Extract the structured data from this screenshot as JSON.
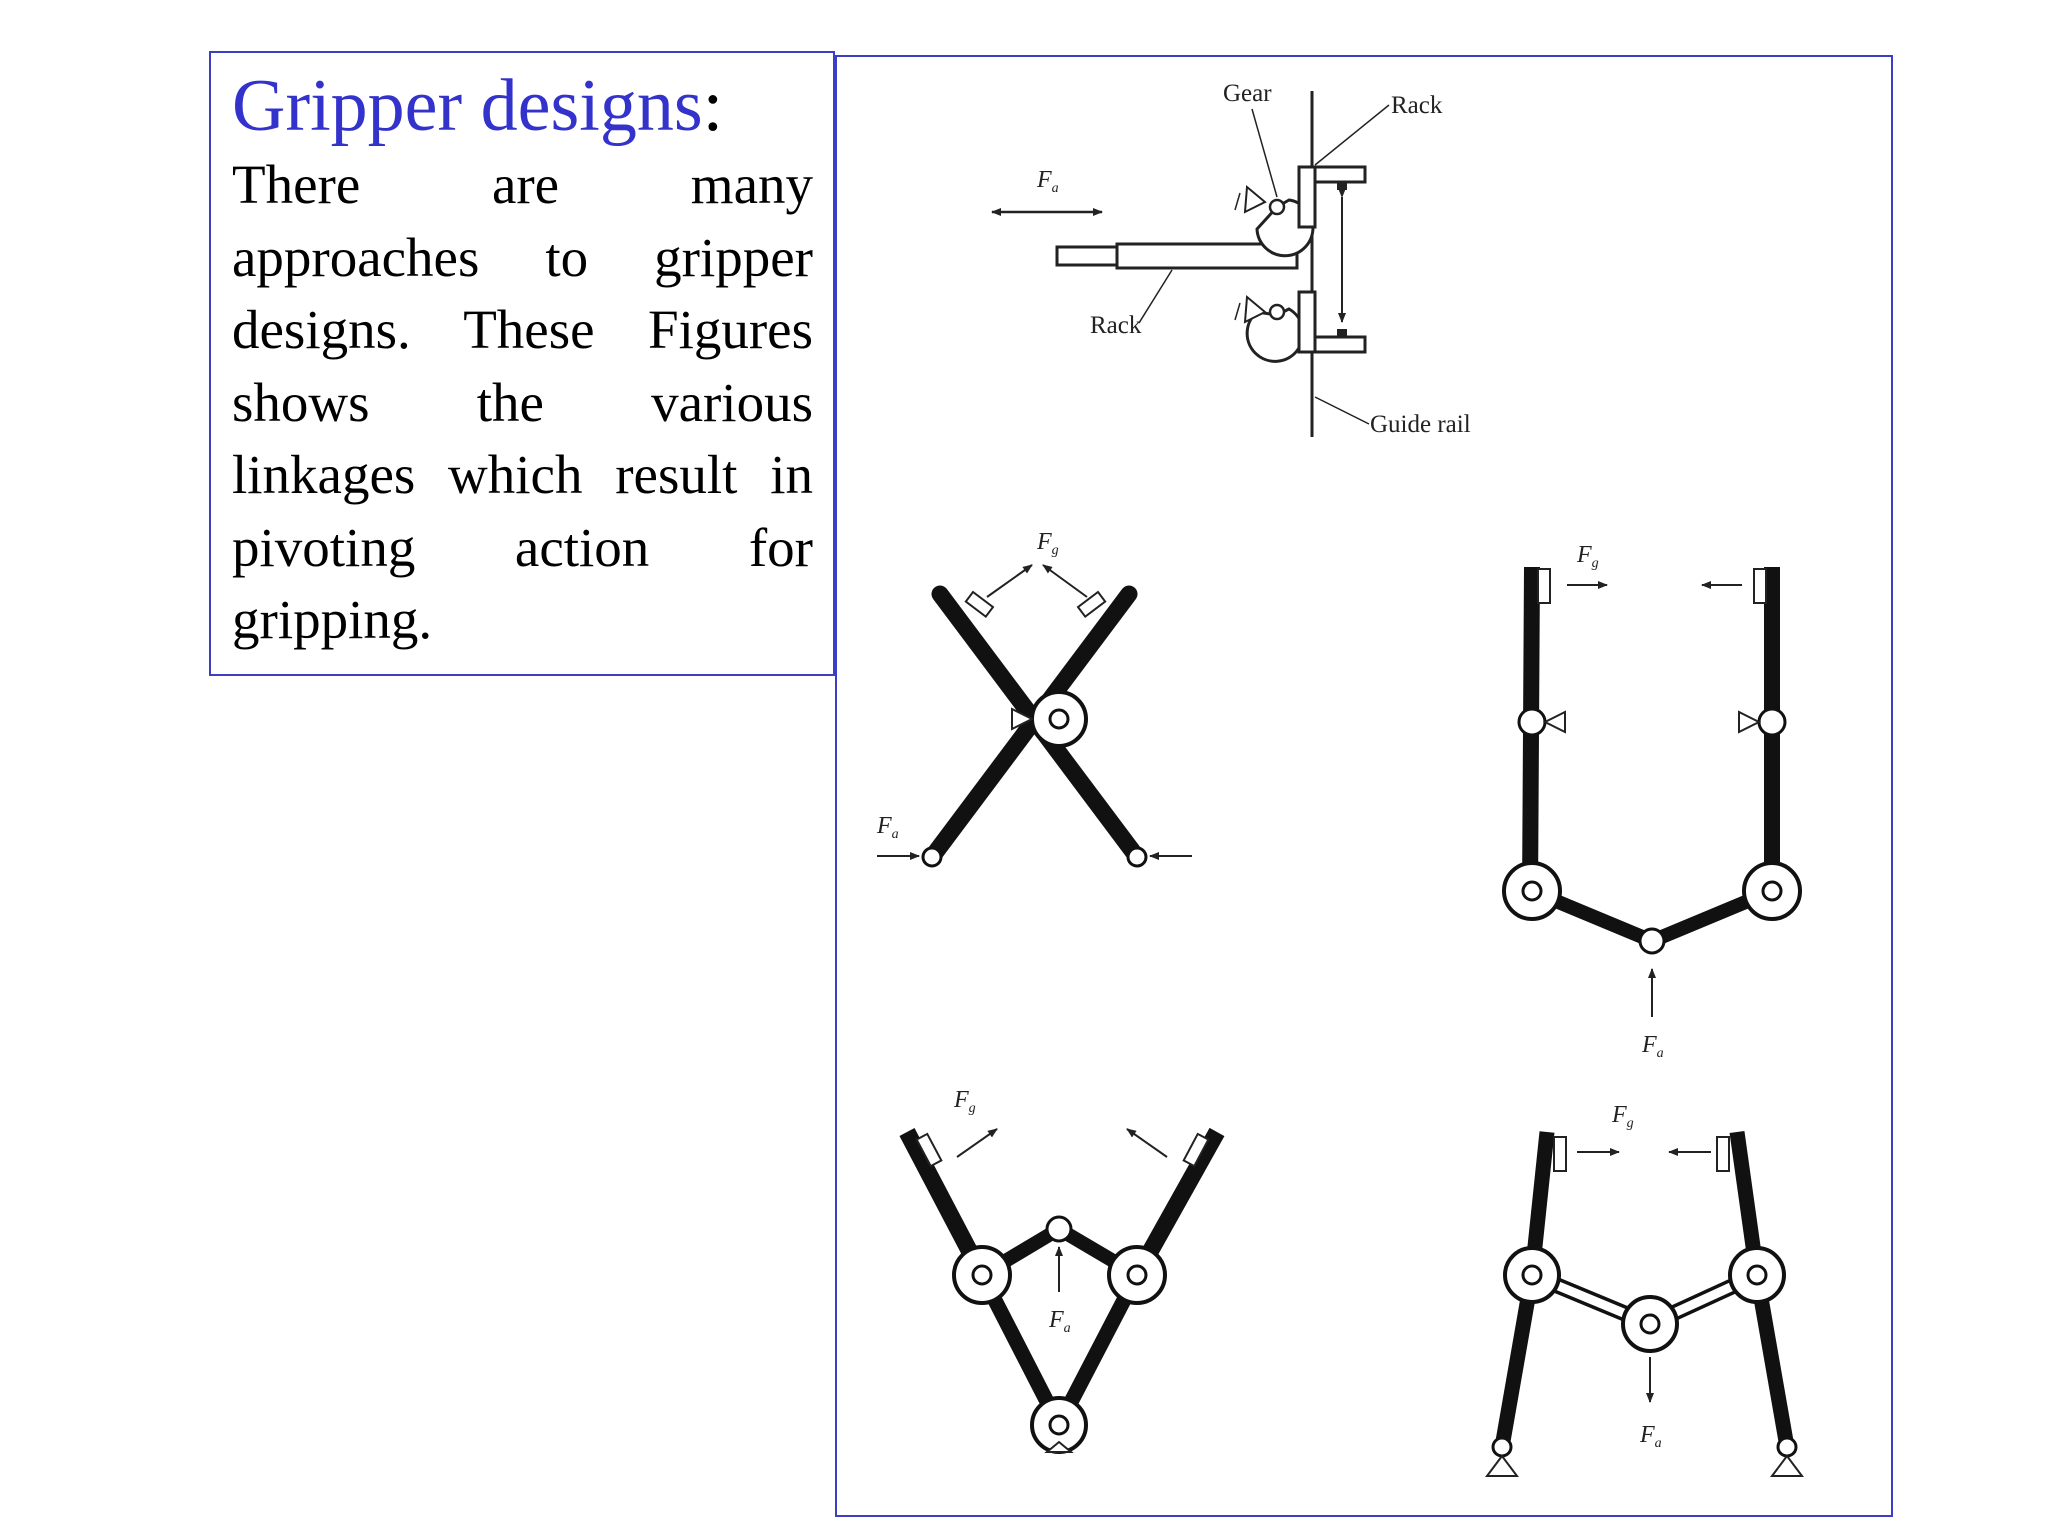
{
  "slide": {
    "title": "Gripper designs",
    "title_colon": ":",
    "body": "There are many approaches to gripper designs. These Figures shows the various linkages which result in pivoting action for gripping."
  },
  "figure": {
    "labels": {
      "gear": "Gear",
      "rack_top": "Rack",
      "rack_left": "Rack",
      "guide_rail": "Guide rail",
      "fa": "F",
      "fa_sub": "a",
      "fg": "F",
      "fg_sub": "g"
    }
  },
  "colors": {
    "accent": "#3333cc",
    "border": "#3b3fc6"
  }
}
